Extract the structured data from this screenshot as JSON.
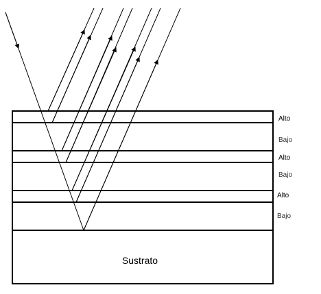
{
  "colors": {
    "line": "#000000",
    "background": "#ffffff"
  },
  "layers": [
    {
      "label": "Alto",
      "type": "high"
    },
    {
      "label": "Bajo",
      "type": "low"
    },
    {
      "label": "Alto",
      "type": "high"
    },
    {
      "label": "Bajo",
      "type": "low"
    },
    {
      "label": "Alto",
      "type": "high"
    },
    {
      "label": "Bajo",
      "type": "low"
    }
  ],
  "substrate": {
    "label": "Sustrato"
  }
}
